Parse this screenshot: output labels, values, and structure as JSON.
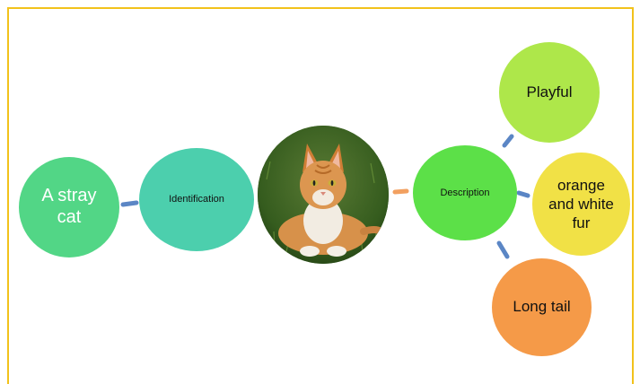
{
  "nodes": {
    "stray": {
      "label": "A stray cat",
      "color": "#52d686"
    },
    "identification": {
      "label": "Identification",
      "color": "#4ccfad"
    },
    "center_image": {
      "subject": "orange and white cat lying on grass"
    },
    "description": {
      "label": "Description",
      "color": "#5ce048"
    },
    "playful": {
      "label": "Playful",
      "color": "#aee74a"
    },
    "fur": {
      "label": "orange and white fur",
      "color": "#f1e146"
    },
    "tail": {
      "label": "Long tail",
      "color": "#f59a48"
    }
  },
  "connector_colors": {
    "blue": "#5b86c5",
    "orange": "#f2a060"
  },
  "frame_color": "#f2c21b"
}
